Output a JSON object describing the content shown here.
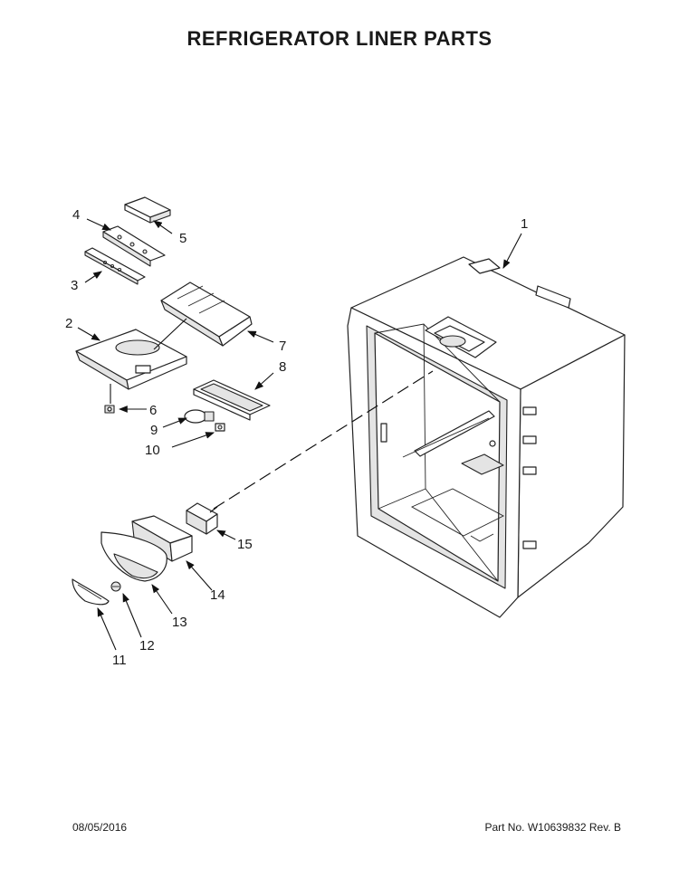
{
  "title": "REFRIGERATOR LINER PARTS",
  "callouts": [
    "1",
    "2",
    "3",
    "4",
    "5",
    "6",
    "7",
    "8",
    "9",
    "10",
    "11",
    "12",
    "13",
    "14",
    "15"
  ],
  "footer": {
    "date": "08/05/2016",
    "part_no": "Part No.  W10639832  Rev.  B"
  }
}
